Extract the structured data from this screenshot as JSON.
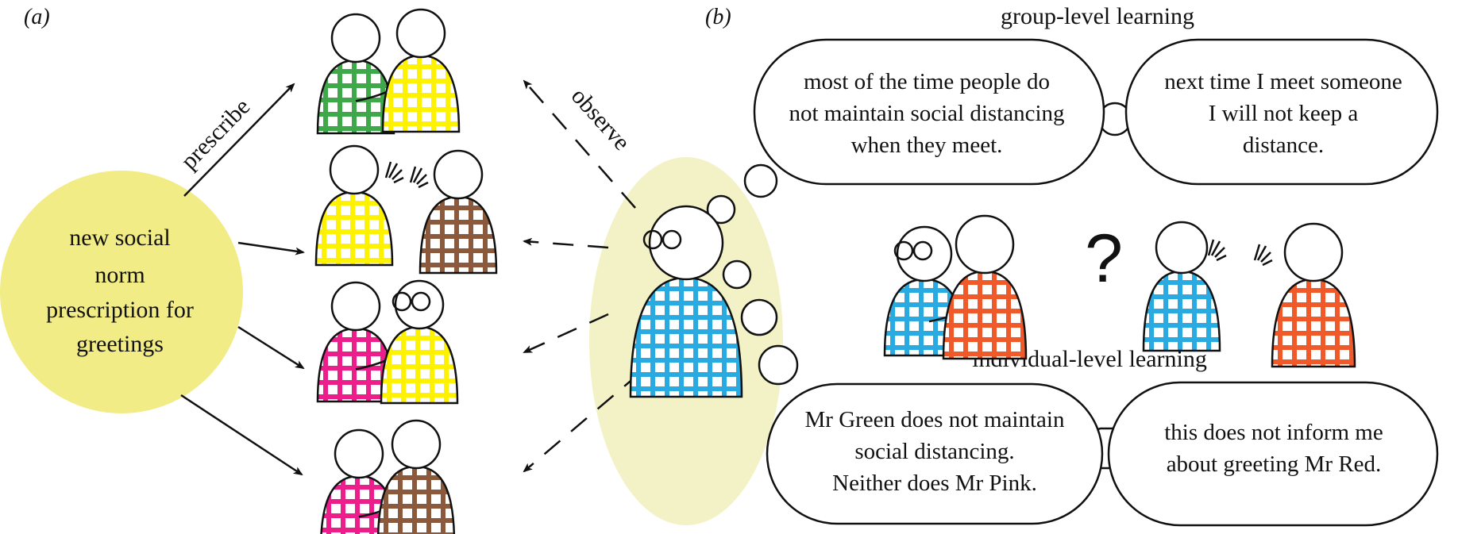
{
  "panel_a": {
    "label": "(a)",
    "source_text": [
      "new social",
      "norm",
      "prescription for",
      "greetings"
    ],
    "prescribe_label": "prescribe",
    "observe_label": "observe"
  },
  "panel_b": {
    "label": "(b)",
    "group_heading": "group-level learning",
    "group_thought": [
      "most of the time people do",
      "not maintain social distancing",
      "when they meet."
    ],
    "group_conclusion": [
      "next time I meet someone",
      "I will not keep a",
      "distance."
    ],
    "question_mark": "?",
    "individual_heading": "individual-level learning",
    "individual_thought": [
      "Mr Green does not maintain",
      "social distancing.",
      "Neither does Mr Pink."
    ],
    "individual_conclusion": [
      "this does not inform me",
      "about greeting Mr Red."
    ]
  },
  "colors": {
    "norm_yellow": "#f2ec86",
    "observer_bg": "#f3f2c6",
    "green": "#3ea84a",
    "yellow": "#fff200",
    "brown": "#8b5a3c",
    "pink": "#ec1e8c",
    "blue": "#29aae1",
    "orange": "#f05a2a"
  },
  "figures": {
    "a_pairs": [
      {
        "left": "green",
        "right": "yellow",
        "pose": "handshake"
      },
      {
        "left": "yellow",
        "right": "brown",
        "pose": "wave"
      },
      {
        "left": "pink",
        "right": "yellow",
        "pose": "handshake"
      },
      {
        "left": "pink",
        "right": "brown",
        "pose": "handshake"
      }
    ],
    "observer": "blue",
    "b_pairs": [
      {
        "left": "blue",
        "right": "orange",
        "pose": "handshake"
      },
      {
        "left": "blue",
        "right": "orange",
        "pose": "wave"
      }
    ]
  }
}
